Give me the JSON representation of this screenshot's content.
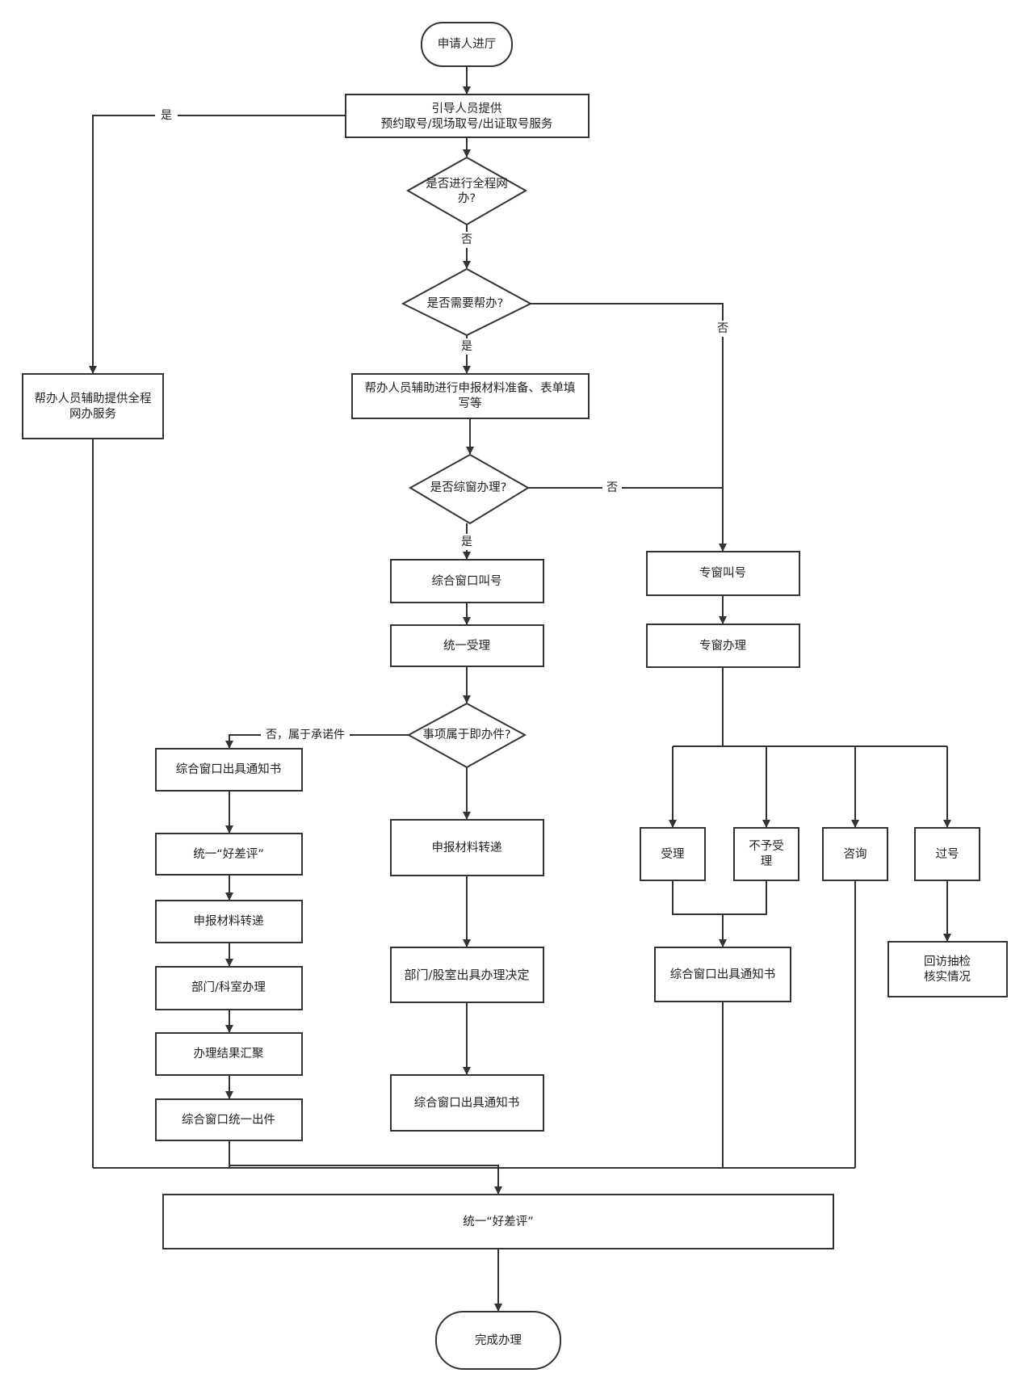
{
  "nodes": {
    "start": "申请人进厅",
    "guide": [
      "引导人员提供",
      "预约取号/现场取号/出证取号服务"
    ],
    "d_online": [
      "是否进行全程网",
      "办?"
    ],
    "d_help": "是否需要帮办?",
    "help_online": [
      "帮办人员辅助提供全程",
      "网办服务"
    ],
    "help_prepare": [
      "帮办人员辅助进行申报材料准备、表单填",
      "写等"
    ],
    "d_window": "是否综窗办理?",
    "zc_call": "综合窗口叫号",
    "unified_accept": "统一受理",
    "d_instant": "事项属于即办件?",
    "l_notice": "综合窗口出具通知书",
    "l_rating": "统一“好差评”",
    "l_transfer": "申报材料转递",
    "l_dept": "部门/科室办理",
    "l_gather": "办理结果汇聚",
    "l_issue": "综合窗口统一出件",
    "m_transfer": "申报材料转递",
    "m_decision": "部门/股室出具办理决定",
    "m_notice": "综合窗口出具通知书",
    "special_call": "专窗叫号",
    "special_handle": "专窗办理",
    "r_accept": "受理",
    "r_reject": [
      "不予受",
      "理"
    ],
    "r_consult": "咨询",
    "r_pass": "过号",
    "r_notice": "综合窗口出具通知书",
    "r_revisit": [
      "回访抽检",
      "核实情况"
    ],
    "final_rating": "统一“好差评”",
    "end": "完成办理"
  },
  "edge_labels": {
    "online_yes": "是",
    "online_no": "否",
    "help_yes": "是",
    "help_no": "否",
    "window_no": "否",
    "window_yes": "是",
    "instant_no": "否，属于承诺件"
  }
}
